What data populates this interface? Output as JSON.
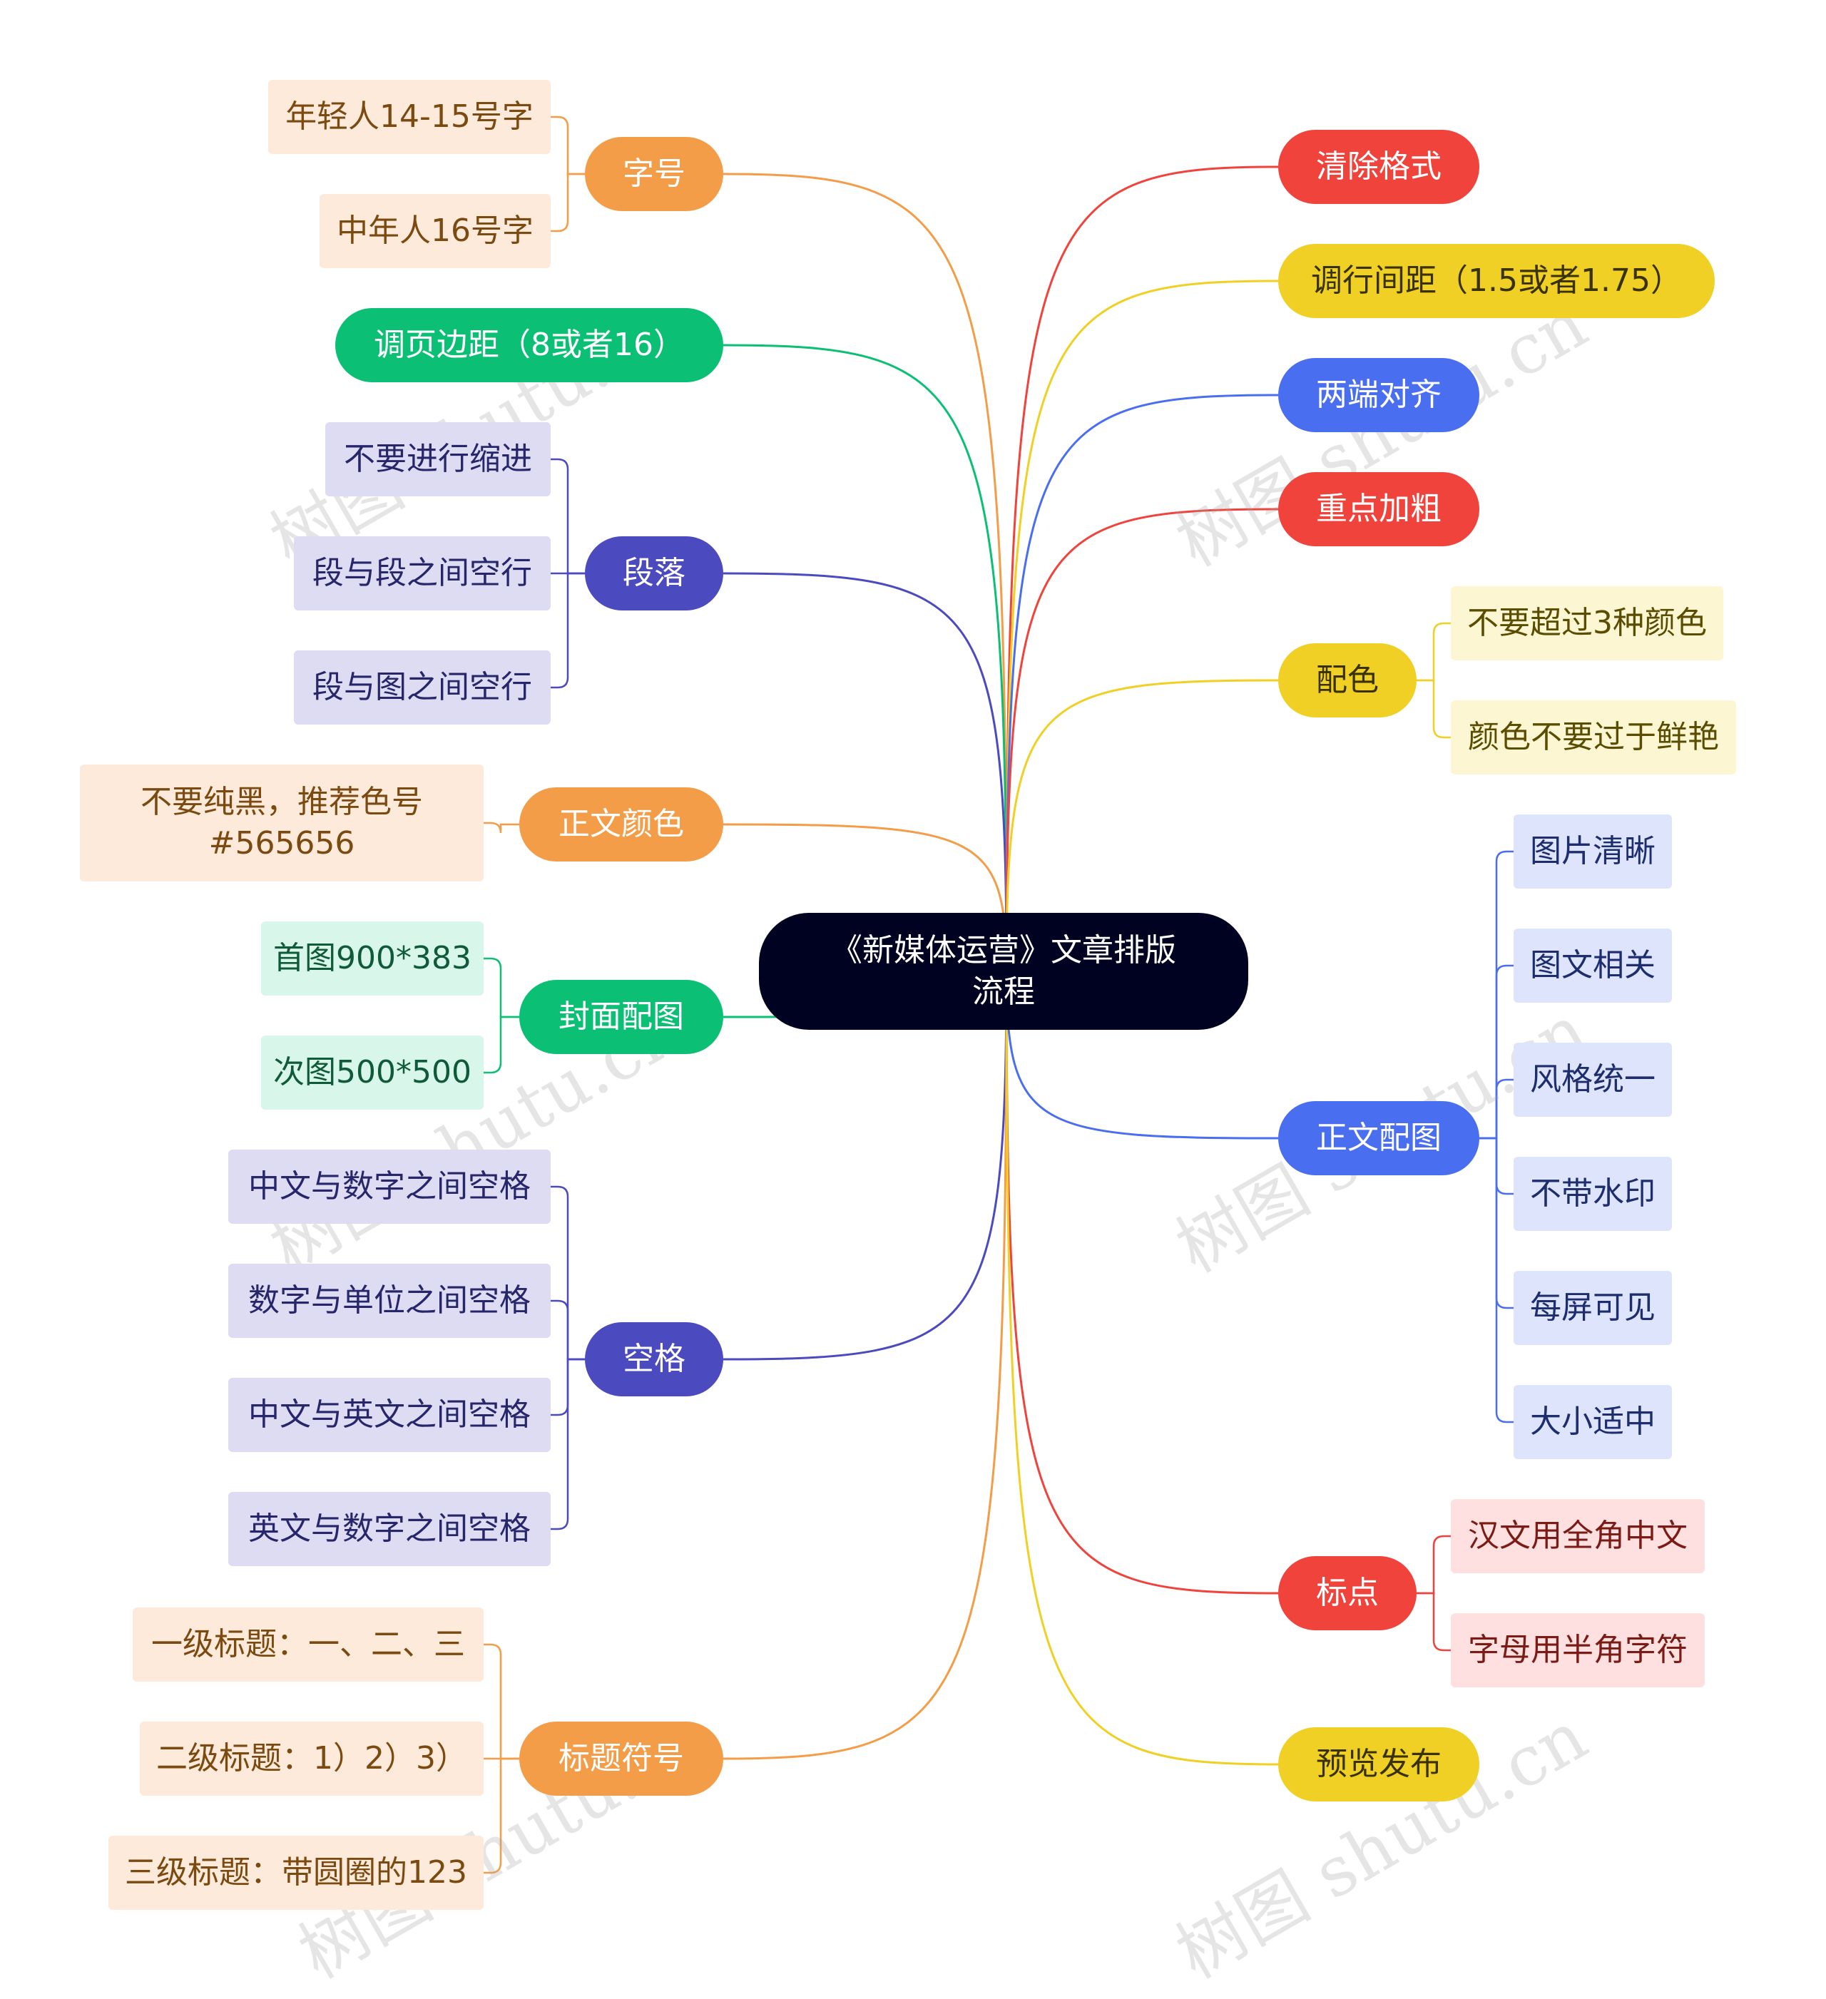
{
  "root": {
    "title": "《新媒体运营》文章排版流程"
  },
  "colors": {
    "orange": "#f39d49",
    "green": "#0bbf74",
    "indigo": "#4c4abf",
    "red": "#f0433c",
    "yellow": "#f0d024",
    "blue": "#4a6ef0",
    "root": "#000222"
  },
  "left": [
    {
      "label": "字号",
      "children": [
        "年轻人14-15号字",
        "中年人16号字"
      ]
    },
    {
      "label": "调页边距（8或者16）",
      "children": []
    },
    {
      "label": "段落",
      "children": [
        "不要进行缩进",
        "段与段之间空行",
        "段与图之间空行"
      ]
    },
    {
      "label": "正文颜色",
      "children": [
        "不要纯黑，推荐色号#565656"
      ]
    },
    {
      "label": "封面配图",
      "children": [
        "首图900*383",
        "次图500*500"
      ]
    },
    {
      "label": "空格",
      "children": [
        "中文与数字之间空格",
        "数字与单位之间空格",
        "中文与英文之间空格",
        "英文与数字之间空格"
      ]
    },
    {
      "label": "标题符号",
      "children": [
        "一级标题：一、二、三",
        "二级标题：1）2）3）",
        "三级标题：带圆圈的123"
      ]
    }
  ],
  "right": [
    {
      "label": "清除格式",
      "children": []
    },
    {
      "label": "调行间距（1.5或者1.75）",
      "children": []
    },
    {
      "label": "两端对齐",
      "children": []
    },
    {
      "label": "重点加粗",
      "children": []
    },
    {
      "label": "配色",
      "children": [
        "不要超过3种颜色",
        "颜色不要过于鲜艳"
      ]
    },
    {
      "label": "正文配图",
      "children": [
        "图片清晰",
        "图文相关",
        "风格统一",
        "不带水印",
        "每屏可见",
        "大小适中"
      ]
    },
    {
      "label": "标点",
      "children": [
        "汉文用全角中文",
        "字母用半角字符"
      ]
    },
    {
      "label": "预览发布",
      "children": []
    }
  ],
  "watermark": "树图 shutu.cn"
}
